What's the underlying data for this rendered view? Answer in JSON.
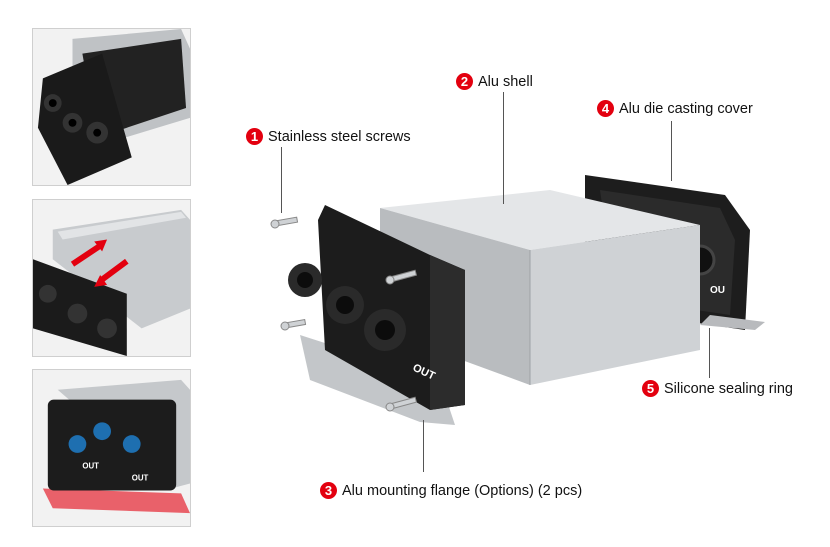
{
  "callouts": [
    {
      "number": "1",
      "label": "Stainless steel screws"
    },
    {
      "number": "2",
      "label": "Alu shell"
    },
    {
      "number": "3",
      "label": "Alu mounting flange (Options) (2 pcs)"
    },
    {
      "number": "4",
      "label": "Alu die casting cover"
    },
    {
      "number": "5",
      "label": "Silicone sealing ring"
    }
  ],
  "image_text": {
    "front_plate": "OUT",
    "cover": "OU",
    "thumb3_left": "OUT",
    "thumb3_right": "OUT"
  },
  "colors": {
    "accent": "#e3000f",
    "shell": "#c9cbcd",
    "plate": "#1c1c1c"
  }
}
